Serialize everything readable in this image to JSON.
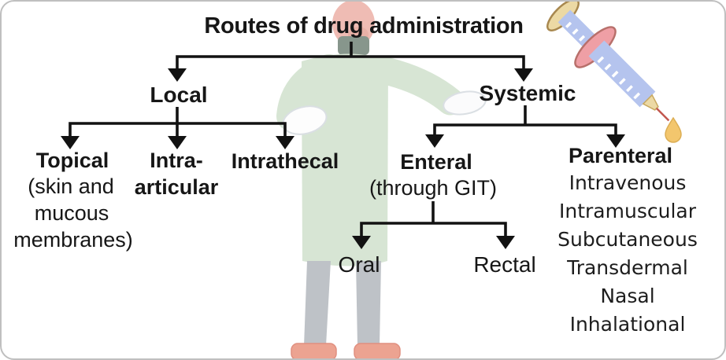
{
  "nodes": {
    "root": "Routes of drug administration",
    "local": "Local",
    "systemic": "Systemic",
    "topical": "Topical",
    "topical_sub_line1": "(skin and",
    "topical_sub_line2": "mucous",
    "topical_sub_line3": "membranes)",
    "intra_line1": "Intra-",
    "intra_line2": "articular",
    "intrathecal": "Intrathecal",
    "enteral": "Enteral",
    "enteral_sub": "(through GIT)",
    "oral": "Oral",
    "rectal": "Rectal",
    "parenteral": "Parenteral",
    "parenteral_items": [
      "Intravenous",
      "Intramuscular",
      "Subcutaneous",
      "Transdermal",
      "Nasal",
      "Inhalational"
    ]
  },
  "hierarchy": {
    "root": "Routes of drug administration",
    "branches": [
      {
        "name": "Local",
        "children": [
          "Topical (skin and mucous membranes)",
          "Intra-articular",
          "Intrathecal"
        ]
      },
      {
        "name": "Systemic",
        "children": [
          {
            "name": "Enteral (through GIT)",
            "children": [
              "Oral",
              "Rectal"
            ]
          },
          {
            "name": "Parenteral",
            "children": [
              "Intravenous",
              "Intramuscular",
              "Subcutaneous",
              "Transdermal",
              "Nasal",
              "Inhalational"
            ]
          }
        ]
      }
    ]
  },
  "illustrations": {
    "doctor": "surgeon-in-green-gown-background",
    "syringe": "syringe-dripping-drop-top-right"
  },
  "colors": {
    "text": "#161616",
    "line": "#121212",
    "border": "#bfbfbf",
    "gown": "#d3e3d0",
    "skin": "#eeb5ac",
    "pants": "#b8bcc2",
    "shoes": "#eb9a86",
    "glove": "#fdfdfd",
    "syringe_barrel": "#b5c4ee",
    "syringe_flange": "#ef9fa5",
    "syringe_plunger_cap": "#ecd9a4",
    "needle": "#c2574f",
    "drop": "#f3c66d"
  }
}
